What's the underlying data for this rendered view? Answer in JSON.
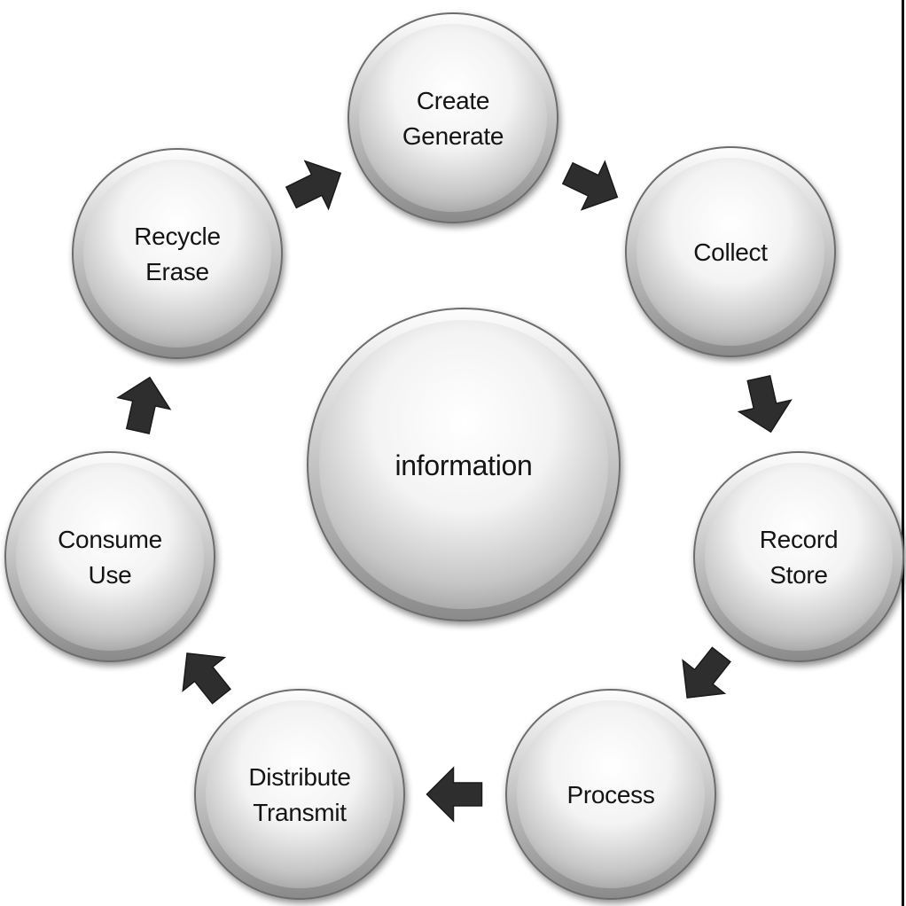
{
  "diagram": {
    "center": {
      "label": "information"
    },
    "cycle": [
      {
        "lines": [
          "Create",
          "Generate"
        ]
      },
      {
        "lines": [
          "Collect"
        ]
      },
      {
        "lines": [
          "Record",
          "Store"
        ]
      },
      {
        "lines": [
          "Process"
        ]
      },
      {
        "lines": [
          "Distribute",
          "Transmit"
        ]
      },
      {
        "lines": [
          "Consume",
          "Use"
        ]
      },
      {
        "lines": [
          "Recycle",
          "Erase"
        ]
      }
    ],
    "arrow_icon": "arrow-icon",
    "colors": {
      "arrow": "#2e2e2e",
      "text": "#141414"
    }
  }
}
